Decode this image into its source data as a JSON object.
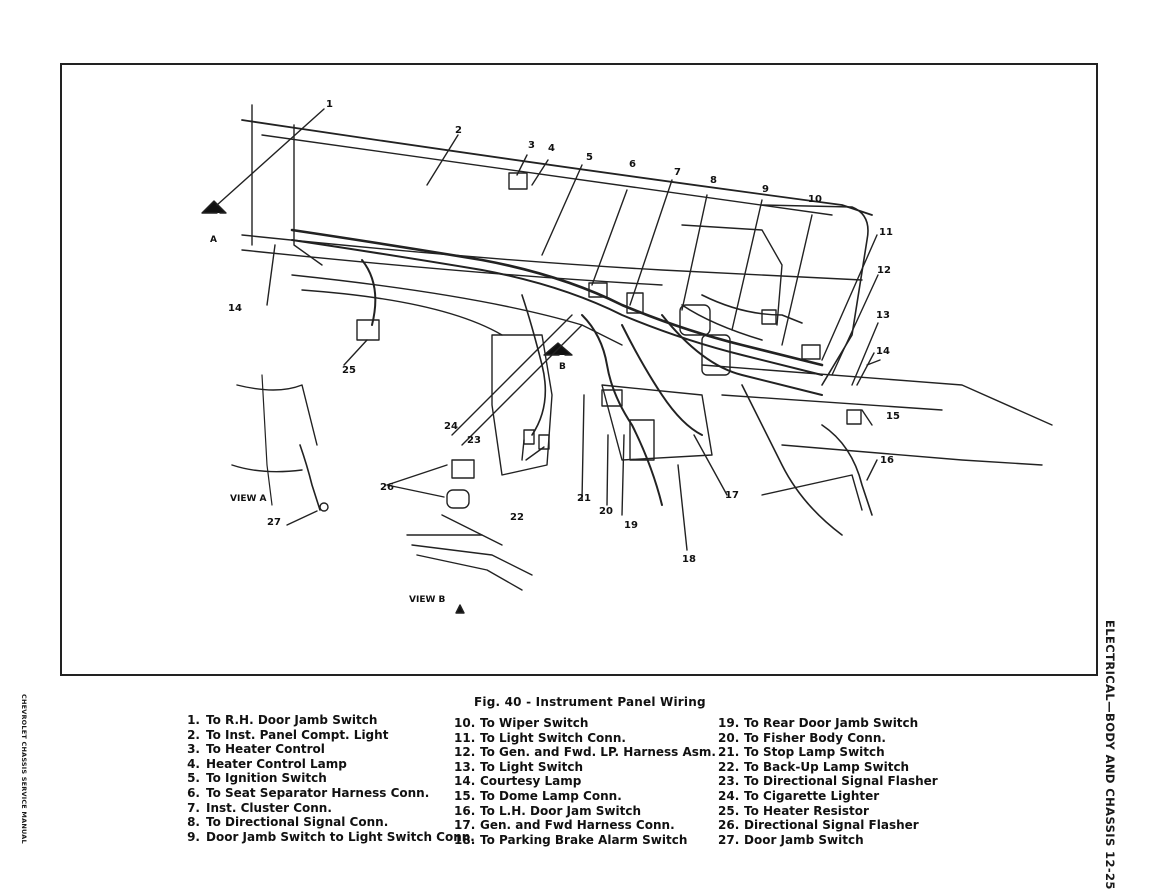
{
  "figure": {
    "caption": "Fig. 40 - Instrument Panel Wiring",
    "view_a_label": "VIEW A",
    "view_b_label": "VIEW B",
    "arrow_a": "A",
    "arrow_b": "B",
    "callouts": [
      "1",
      "2",
      "3",
      "4",
      "5",
      "6",
      "7",
      "8",
      "9",
      "10",
      "11",
      "12",
      "13",
      "14",
      "14",
      "15",
      "16",
      "17",
      "18",
      "19",
      "20",
      "21",
      "22",
      "23",
      "24",
      "25",
      "26",
      "27"
    ]
  },
  "legend": {
    "column1": [
      {
        "num": "1.",
        "text": "To R.H. Door Jamb Switch"
      },
      {
        "num": "2.",
        "text": "To Inst. Panel Compt. Light"
      },
      {
        "num": "3.",
        "text": "To Heater Control"
      },
      {
        "num": "4.",
        "text": "Heater Control Lamp"
      },
      {
        "num": "5.",
        "text": "To Ignition Switch"
      },
      {
        "num": "6.",
        "text": "To Seat Separator Harness Conn."
      },
      {
        "num": "7.",
        "text": "Inst. Cluster Conn."
      },
      {
        "num": "8.",
        "text": "To Directional Signal Conn."
      },
      {
        "num": "9.",
        "text": "Door Jamb Switch to Light Switch Conn."
      }
    ],
    "column2": [
      {
        "num": "10.",
        "text": "To Wiper Switch"
      },
      {
        "num": "11.",
        "text": "To Light Switch Conn."
      },
      {
        "num": "12.",
        "text": "To Gen. and Fwd. LP. Harness Asm."
      },
      {
        "num": "13.",
        "text": "To Light Switch"
      },
      {
        "num": "14.",
        "text": "Courtesy Lamp"
      },
      {
        "num": "15.",
        "text": "To Dome Lamp Conn."
      },
      {
        "num": "16.",
        "text": "To L.H. Door Jam Switch"
      },
      {
        "num": "17.",
        "text": "Gen. and Fwd Harness Conn."
      },
      {
        "num": "18.",
        "text": "To Parking Brake Alarm Switch"
      }
    ],
    "column3": [
      {
        "num": "19.",
        "text": "To Rear Door Jamb Switch"
      },
      {
        "num": "20.",
        "text": "To Fisher Body Conn."
      },
      {
        "num": "21.",
        "text": "To Stop Lamp Switch"
      },
      {
        "num": "22.",
        "text": "To Back-Up Lamp Switch"
      },
      {
        "num": "23.",
        "text": "To Directional Signal Flasher"
      },
      {
        "num": "24.",
        "text": "To Cigarette Lighter"
      },
      {
        "num": "25.",
        "text": "To Heater Resistor"
      },
      {
        "num": "26.",
        "text": "Directional Signal Flasher"
      },
      {
        "num": "27.",
        "text": "Door Jamb Switch"
      }
    ]
  },
  "margins": {
    "right_header": "ELECTRICAL—BODY AND CHASSIS 12-25",
    "left_footer": "CHEVROLET CHASSIS SERVICE MANUAL"
  }
}
